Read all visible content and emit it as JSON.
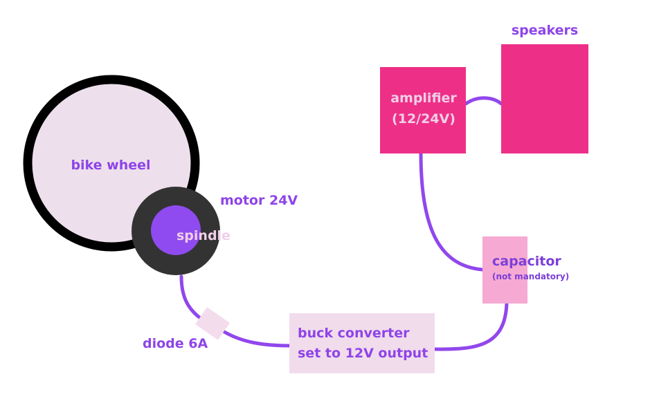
{
  "labels": {
    "speakers": "speakers",
    "amplifier_line1": "amplifier",
    "amplifier_line2": "(12/24V)",
    "bike_wheel": "bike wheel",
    "motor": "motor 24V",
    "spindle": "spindle",
    "capacitor": "capacitor",
    "capacitor_note": "(not mandatory)",
    "diode": "diode 6A",
    "buck_line1": "buck converter",
    "buck_line2": "set to 12V output"
  },
  "colors": {
    "wire": "#9147ec",
    "label_purple": "#8e44e8",
    "amplifier_fill": "#ee2f88",
    "speakers_fill": "#ee2f88",
    "capacitor_fill": "#f6a9d2",
    "capacitor_text": "#7c3fd8",
    "wheel_rim": "#000000",
    "wheel_fill": "#ede0ec",
    "motor_fill": "#333333",
    "spindle_fill": "#8f4bf0",
    "spindle_text": "#f0cfe6",
    "diode_fill": "#f3dcec",
    "buck_fill": "#f1dcec",
    "buck_text": "#8e44e8",
    "amplifier_text": "#f0cfe6"
  }
}
